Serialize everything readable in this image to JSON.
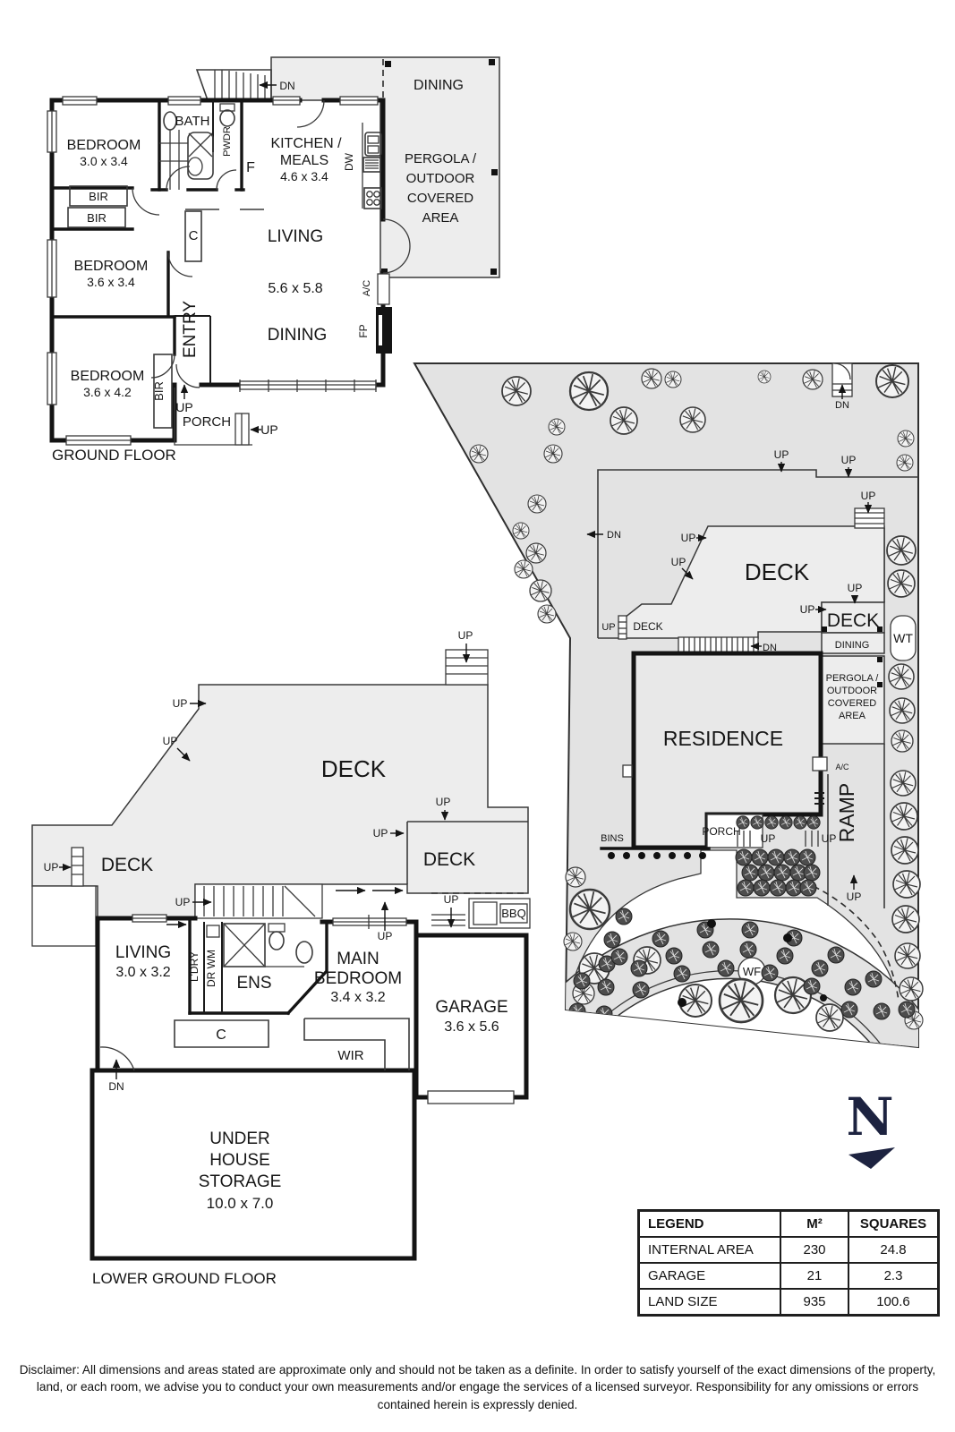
{
  "common": {
    "up": "UP",
    "dn": "DN",
    "deck": "DECK",
    "dining": "DINING",
    "bir": "BIR",
    "bedroom": "BEDROOM",
    "porch": "PORCH",
    "closet": "C",
    "ac": "A/C",
    "living": "LIVING",
    "pergola_lines": [
      "PERGOLA /",
      "OUTDOOR",
      "COVERED",
      "AREA"
    ]
  },
  "ground_floor": {
    "title": "GROUND FLOOR",
    "bed1_dims": "3.0 x 3.4",
    "bed2_dims": "3.6 x 3.4",
    "bed3_dims": "3.6 x 4.2",
    "bath": "BATH",
    "pwdr": "PWDR",
    "kitchen1": "KITCHEN /",
    "kitchen2": "MEALS",
    "kitchen_dims": "4.6 x 3.4",
    "fridge": "F",
    "dw": "DW",
    "living_dims": "5.6 x 5.8",
    "fp": "FP",
    "entry": "ENTRY"
  },
  "site": {
    "wt": "WT",
    "residence": "RESIDENCE",
    "ramp": "RAMP",
    "bins": "BINS",
    "wf": "WF"
  },
  "lower_ground": {
    "title": "LOWER GROUND FLOOR",
    "living_dims": "3.0 x 3.2",
    "ldry": "L'DRY",
    "drwm": "DR WM",
    "ens": "ENS",
    "main": "MAIN",
    "main_dims": "3.4 x 3.2",
    "bbq": "BBQ",
    "garage": "GARAGE",
    "garage_dims": "3.6 x 5.6",
    "wir": "WIR",
    "storage_lines": [
      "UNDER",
      "HOUSE",
      "STORAGE"
    ],
    "storage_dims": "10.0 x 7.0"
  },
  "legend": {
    "headers": [
      "LEGEND",
      "M²",
      "SQUARES"
    ],
    "rows": [
      [
        "INTERNAL AREA",
        "230",
        "24.8"
      ],
      [
        "GARAGE",
        "21",
        "2.3"
      ],
      [
        "LAND SIZE",
        "935",
        "100.6"
      ]
    ]
  },
  "north": "N",
  "disclaimer": "Disclaimer: All dimensions and areas stated are approximate only and should not be taken as a definite. In order to satisfy yourself of the exact dimensions of the property, land, or each room, we advise you to conduct your own measurements and/or engage the services of a licensed surveyor. Responsibility for any omissions or errors contained herein is expressly denied."
}
